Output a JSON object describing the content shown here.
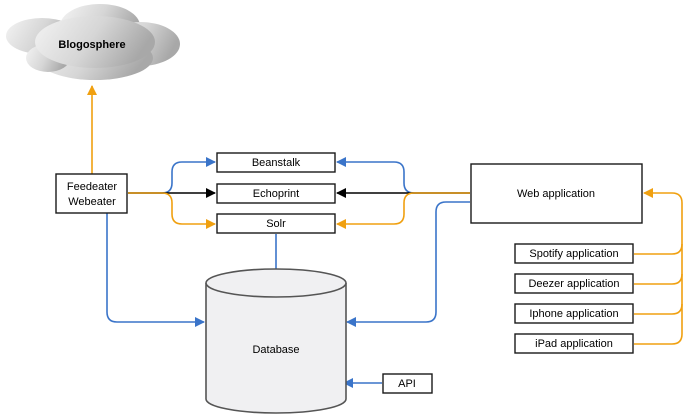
{
  "nodes": {
    "blogosphere": "Blogosphere",
    "feedeater": [
      "Feedeater",
      "Webeater"
    ],
    "beanstalk": "Beanstalk",
    "echoprint": "Echoprint",
    "solr": "Solr",
    "web_application": "Web application",
    "spotify_application": "Spotify application",
    "deezer_application": "Deezer application",
    "iphone_application": "Iphone application",
    "ipad_application": "iPad application",
    "database": "Database",
    "api": "API"
  },
  "colors": {
    "blue": "#3a74c9",
    "orange": "#f0a010",
    "black": "#000000",
    "cloud_light": "#f2f2f2",
    "cloud_dark": "#b0b0b0",
    "db_fill": "#f0f0f2",
    "box_stroke": "#1a1a1a"
  }
}
